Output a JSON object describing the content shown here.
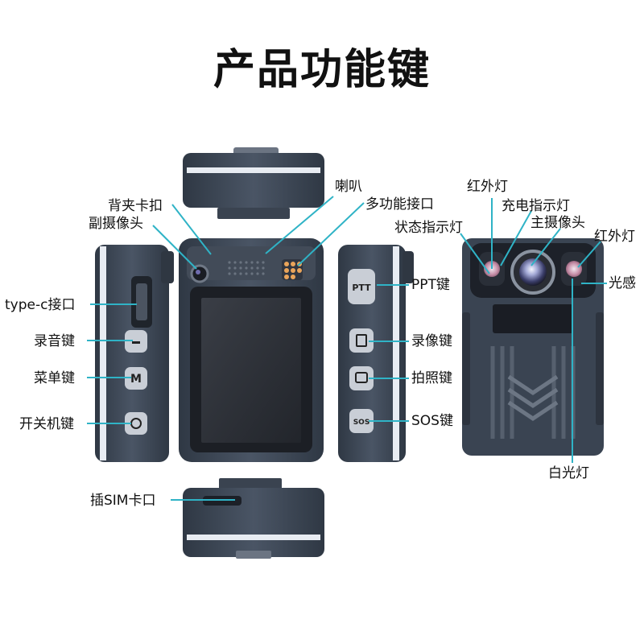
{
  "title": "产品功能键",
  "labels": {
    "speaker": "喇叭",
    "multi_port": "多功能接口",
    "back_clip": "背夹卡扣",
    "sub_camera": "副摄像头",
    "typec_port": "type-c接口",
    "record_audio": "录音键",
    "menu": "菜单键",
    "power": "开关机键",
    "sim_slot": "插SIM卡口",
    "ppt_key": "PPT键",
    "video_key": "录像键",
    "photo_key": "拍照键",
    "sos_key": "SOS键",
    "ir_left": "红外灯",
    "charge_led": "充电指示灯",
    "status_led": "状态指示灯",
    "main_camera": "主摄像头",
    "ir_right": "红外灯",
    "light_sensor": "光感",
    "white_light": "白光灯"
  },
  "buttons": {
    "menu_glyph": "M",
    "ppt_glyph": "PTT",
    "sos_glyph": "SOS"
  },
  "colors": {
    "body": "#3b4553",
    "accent": "#2fb3c6",
    "screen": "#2c3038"
  }
}
